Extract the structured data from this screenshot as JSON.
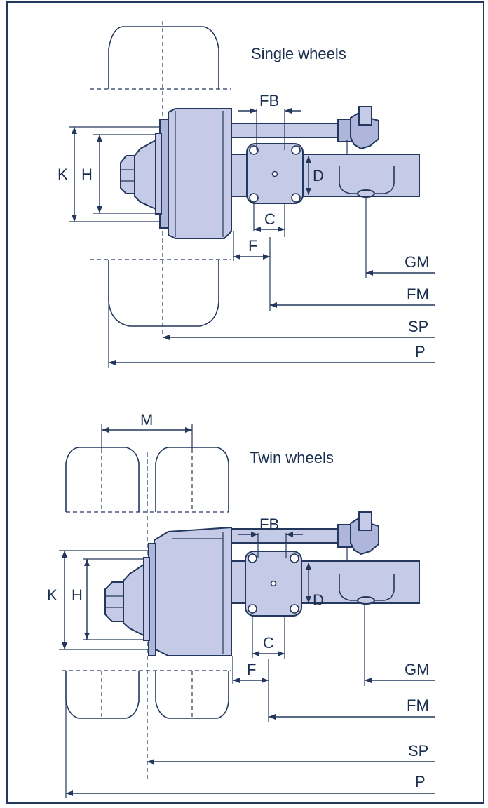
{
  "single": {
    "title": "Single wheels",
    "labels": {
      "K": "K",
      "H": "H",
      "FB": "FB",
      "D": "D",
      "C": "C",
      "F": "F",
      "GM": "GM",
      "FM": "FM",
      "SP": "SP",
      "P": "P"
    }
  },
  "twin": {
    "title": "Twin wheels",
    "labels": {
      "M": "M",
      "K": "K",
      "H": "H",
      "FB": "FB",
      "D": "D",
      "C": "C",
      "F": "F",
      "GM": "GM",
      "FM": "FM",
      "SP": "SP",
      "P": "P"
    }
  },
  "colors": {
    "line": "#23385c",
    "fill": "#c5cbe6",
    "fill_dark": "#aeb6db"
  }
}
